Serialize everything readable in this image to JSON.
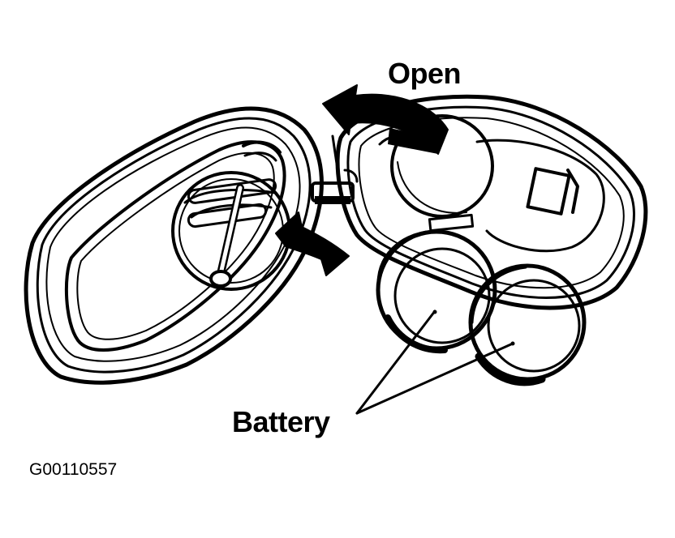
{
  "labels": {
    "open": "Open",
    "battery": "Battery"
  },
  "figure_id": "G00110557"
}
